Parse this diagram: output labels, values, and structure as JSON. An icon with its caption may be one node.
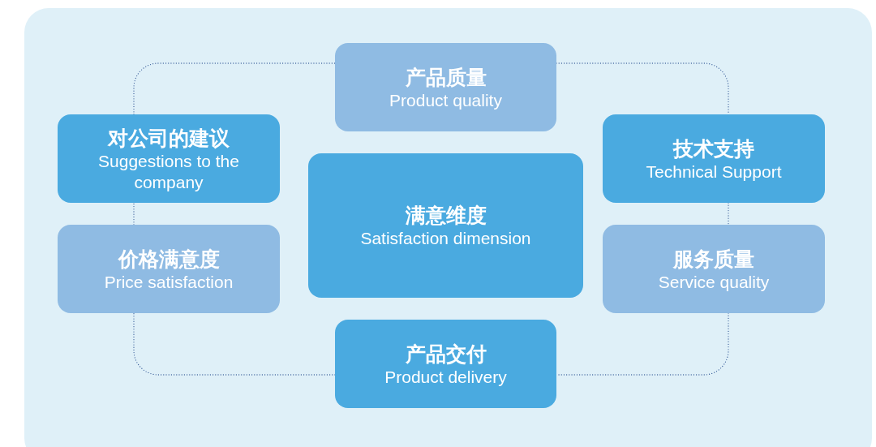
{
  "diagram": {
    "nodes": [
      {
        "text": [
          "产品质量",
          "Product quality"
        ]
      },
      {
        "text": [
          "对公司的建议",
          "Suggestions to the company"
        ]
      },
      {
        "text": [
          "技术支持",
          "Technical Support"
        ]
      },
      {
        "text": [
          "满意维度",
          "Satisfaction dimension"
        ]
      },
      {
        "text": [
          "价格满意度",
          "Price satisfaction"
        ]
      },
      {
        "text": [
          "服务质量",
          "Service quality"
        ]
      },
      {
        "text": [
          "产品交付",
          "Product delivery"
        ]
      }
    ],
    "edges": [
      {
        "from": 1,
        "to": 0,
        "arrow": "none",
        "style": "dashed"
      },
      {
        "from": 0,
        "to": 2,
        "arrow": "none",
        "style": "dashed"
      },
      {
        "from": 2,
        "to": 5,
        "arrow": "none",
        "style": "dashed"
      },
      {
        "from": 5,
        "to": 6,
        "arrow": "none",
        "style": "dashed"
      },
      {
        "from": 6,
        "to": 4,
        "arrow": "none",
        "style": "dashed"
      },
      {
        "from": 4,
        "to": 1,
        "arrow": "none",
        "style": "dashed"
      }
    ]
  }
}
